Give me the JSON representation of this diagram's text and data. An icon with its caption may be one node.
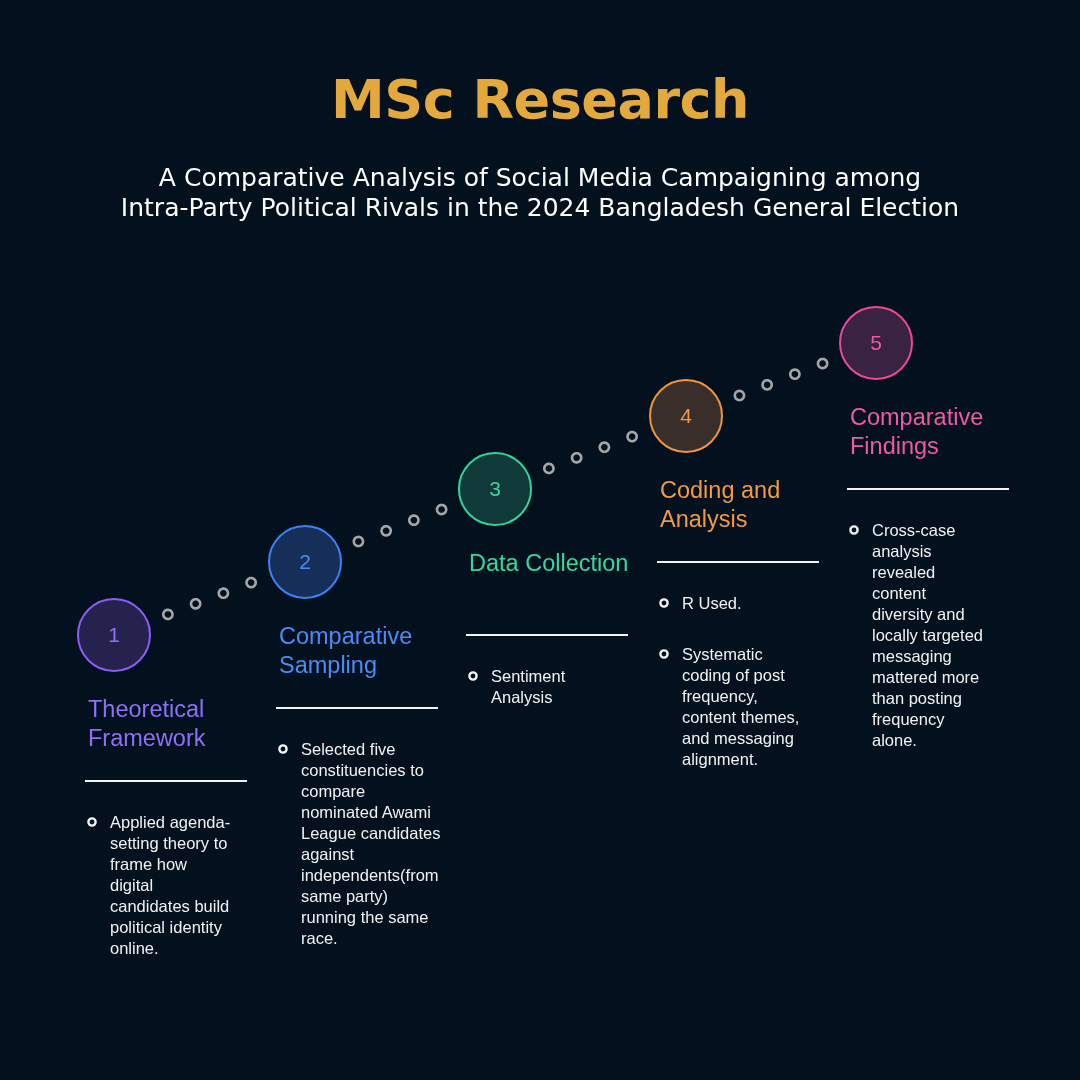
{
  "diagram": {
    "title": "MSc Research",
    "nodes": [
      {
        "text": [
          "1"
        ],
        "beside": [
          "Theoretical Framework"
        ]
      },
      {
        "text": [
          "2"
        ],
        "beside": [
          "Comparative Sampling"
        ]
      },
      {
        "text": [
          "3"
        ],
        "beside": [
          "Data Collection"
        ]
      },
      {
        "text": [
          "4"
        ],
        "beside": [
          "Coding and Analysis"
        ]
      },
      {
        "text": [
          "5"
        ],
        "beside": [
          "Comparative Findings"
        ]
      }
    ],
    "edges": [
      {
        "from": 0,
        "to": 1,
        "arrow": "none",
        "style": "dashed"
      },
      {
        "from": 1,
        "to": 2,
        "arrow": "none",
        "style": "dashed"
      },
      {
        "from": 2,
        "to": 3,
        "arrow": "none",
        "style": "dashed"
      },
      {
        "from": 3,
        "to": 4,
        "arrow": "none",
        "style": "dashed"
      }
    ],
    "labels": [
      "A Comparative Analysis of Social Media Campaigning among Intra-Party Political Rivals in the 2024 Bangladesh General Election",
      "Applied agenda-setting theory to frame how digital candidates build political identity online.",
      "Selected five constituencies to compare nominated Awami League candidates against independents(from same party) running the same race.",
      "Sentiment Analysis",
      "R Used.",
      "Systematic coding of post frequency, content themes, and messaging alignment.",
      "Cross-case analysis revealed content diversity and locally targeted messaging mattered more than posting frequency alone."
    ]
  }
}
